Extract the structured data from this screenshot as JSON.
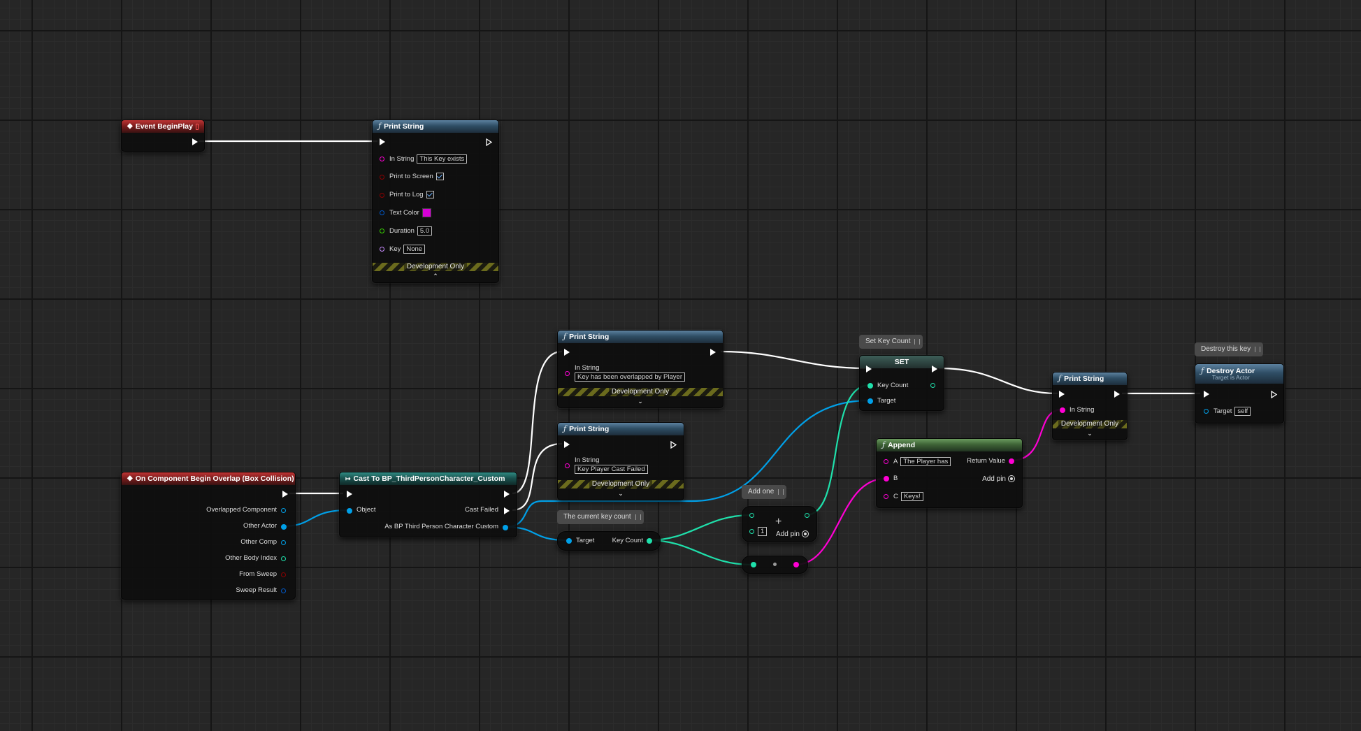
{
  "nodes": {
    "event_begin_play": {
      "title": "Event BeginPlay"
    },
    "print_string_1": {
      "title": "Print String",
      "in_string_label": "In String",
      "in_string_value": "This Key exists",
      "print_to_screen_label": "Print to Screen",
      "print_to_log_label": "Print to Log",
      "text_color_label": "Text Color",
      "duration_label": "Duration",
      "duration_value": "5.0",
      "key_label": "Key",
      "key_value": "None",
      "dev_only": "Development Only"
    },
    "on_component_begin_overlap": {
      "title": "On Component Begin Overlap (Box Collision)",
      "pins": [
        "Overlapped Component",
        "Other Actor",
        "Other Comp",
        "Other Body Index",
        "From Sweep",
        "Sweep Result"
      ]
    },
    "cast_node": {
      "title": "Cast To BP_ThirdPersonCharacter_Custom",
      "object_label": "Object",
      "cast_failed_label": "Cast Failed",
      "as_label": "As BP Third Person Character Custom"
    },
    "print_string_2": {
      "title": "Print String",
      "in_string_label": "In String",
      "in_string_value": "Key has been overlapped by Player",
      "dev_only": "Development Only"
    },
    "print_string_3": {
      "title": "Print String",
      "in_string_label": "In String",
      "in_string_value": "Key Player Cast Failed",
      "dev_only": "Development Only"
    },
    "get_key_count": {
      "target_label": "Target",
      "key_count_label": "Key Count"
    },
    "add_node": {
      "value": "1",
      "add_pin_label": "Add pin",
      "plus_symbol": "+"
    },
    "set_node": {
      "title": "SET",
      "key_count_label": "Key Count",
      "target_label": "Target"
    },
    "append_node": {
      "title": "Append",
      "a_label": "A",
      "a_value": "The Player has",
      "b_label": "B",
      "c_label": "C",
      "c_value": "Keys!",
      "return_label": "Return Value",
      "add_pin_label": "Add pin"
    },
    "print_string_4": {
      "title": "Print String",
      "in_string_label": "In String",
      "dev_only": "Development Only"
    },
    "destroy_actor": {
      "title": "Destroy Actor",
      "subtitle": "Target is Actor",
      "target_label": "Target",
      "target_value": "self"
    }
  },
  "comments": {
    "current_key_count": "The current key count",
    "add_one": "Add one",
    "set_key_count": "Set Key Count",
    "destroy_this_key": "Destroy this key"
  },
  "colors": {
    "exec": "#ffffff",
    "string_pin": "#ff00d4",
    "bool_pin": "#8c0000",
    "struct_pin": "#0058c8",
    "float_pin": "#38d500",
    "name_pin": "#c88cff",
    "object_pin": "#00a0e8",
    "int_pin": "#1fe0ab"
  }
}
